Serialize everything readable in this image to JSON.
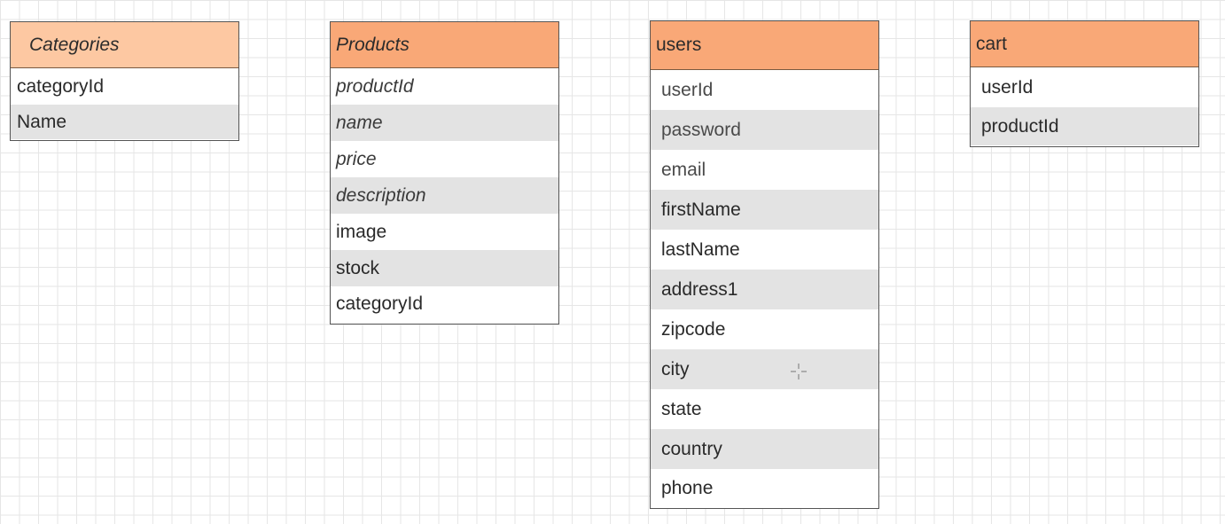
{
  "entities": {
    "categories": {
      "title": "Categories",
      "fields": [
        "categoryId",
        "Name"
      ]
    },
    "products": {
      "title": "Products",
      "fields": [
        "productId",
        "name",
        "price",
        "description",
        "image",
        "stock",
        "categoryId"
      ]
    },
    "users": {
      "title": "users",
      "fields": [
        "userId",
        "password",
        "email",
        "firstName",
        "lastName",
        "address1",
        "zipcode",
        "city",
        "state",
        "country",
        "phone"
      ]
    },
    "cart": {
      "title": "cart",
      "fields": [
        "userId",
        "productId"
      ]
    }
  },
  "colors": {
    "header": "#f9a877",
    "header_light": "#fdc8a2",
    "row_alt": "#e3e3e3",
    "grid": "#e6e6e6"
  },
  "icons": {
    "cursor": "crosshair-cursor-icon"
  }
}
